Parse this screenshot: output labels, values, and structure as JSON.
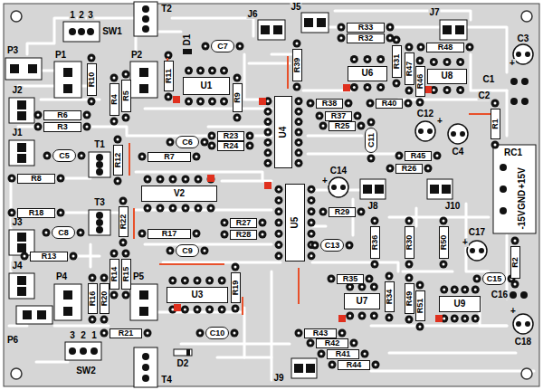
{
  "diagram": {
    "nodes": [
      {
        "text": [
          "R33"
        ]
      },
      {
        "text": [
          "R32"
        ]
      },
      {
        "text": [
          "R48"
        ]
      },
      {
        "text": [
          "U6"
        ]
      },
      {
        "text": [
          "R31"
        ]
      },
      {
        "text": [
          "R47"
        ]
      },
      {
        "text": [
          "R46"
        ]
      },
      {
        "text": [
          "U8"
        ]
      },
      {
        "text": [
          "R39"
        ]
      },
      {
        "text": [
          "R10"
        ]
      },
      {
        "text": [
          "R11"
        ]
      },
      {
        "text": [
          "U1"
        ]
      },
      {
        "text": [
          "R4"
        ]
      },
      {
        "text": [
          "R5"
        ]
      },
      {
        "text": [
          "R9"
        ]
      },
      {
        "text": [
          "C7"
        ]
      },
      {
        "text": [
          "R38"
        ]
      },
      {
        "text": [
          "R40"
        ]
      },
      {
        "text": [
          "R37"
        ]
      },
      {
        "text": [
          "R6"
        ]
      },
      {
        "text": [
          "R3"
        ]
      },
      {
        "text": [
          "U4"
        ]
      },
      {
        "text": [
          "R25"
        ]
      },
      {
        "text": [
          "C11"
        ]
      },
      {
        "text": [
          "C6"
        ]
      },
      {
        "text": [
          "R23"
        ]
      },
      {
        "text": [
          "R24"
        ]
      },
      {
        "text": [
          "R1"
        ]
      },
      {
        "text": [
          "R45"
        ]
      },
      {
        "text": [
          "C5"
        ]
      },
      {
        "text": [
          "R12"
        ]
      },
      {
        "text": [
          "R7"
        ]
      },
      {
        "text": [
          "R26"
        ]
      },
      {
        "text": [
          "R8"
        ]
      },
      {
        "text": [
          "V2"
        ]
      },
      {
        "text": [
          "R18"
        ]
      },
      {
        "text": [
          "R22"
        ]
      },
      {
        "text": [
          "R29"
        ]
      },
      {
        "text": [
          "U5"
        ]
      },
      {
        "text": [
          "R27"
        ]
      },
      {
        "text": [
          "R28"
        ]
      },
      {
        "text": [
          "C8"
        ]
      },
      {
        "text": [
          "R17"
        ]
      },
      {
        "text": [
          "C9"
        ]
      },
      {
        "text": [
          "C13"
        ]
      },
      {
        "text": [
          "R36"
        ]
      },
      {
        "text": [
          "R30"
        ]
      },
      {
        "text": [
          "R50"
        ]
      },
      {
        "text": [
          "R13"
        ]
      },
      {
        "text": [
          "R2"
        ]
      },
      {
        "text": [
          "C15"
        ]
      },
      {
        "text": [
          "R14"
        ]
      },
      {
        "text": [
          "R15"
        ]
      },
      {
        "text": [
          "R35"
        ]
      },
      {
        "text": [
          "R19"
        ]
      },
      {
        "text": [
          "U3"
        ]
      },
      {
        "text": [
          "R16"
        ]
      },
      {
        "text": [
          "R20"
        ]
      },
      {
        "text": [
          "R34"
        ]
      },
      {
        "text": [
          "R49"
        ]
      },
      {
        "text": [
          "R51"
        ]
      },
      {
        "text": [
          "U7"
        ]
      },
      {
        "text": [
          "U9"
        ]
      },
      {
        "text": [
          "R21"
        ]
      },
      {
        "text": [
          "C10"
        ]
      },
      {
        "text": [
          "R43"
        ]
      },
      {
        "text": [
          "R42"
        ]
      },
      {
        "text": [
          "R41"
        ]
      },
      {
        "text": [
          "R44"
        ]
      }
    ],
    "labels": [
      "1",
      "2",
      "3",
      "SW1",
      "T2",
      "D1",
      "J6",
      "J5",
      "J7",
      "C3",
      "+",
      "P3",
      "P1",
      "P2",
      "C1",
      "C2",
      "J2",
      "C12",
      "+",
      "J1",
      "T1",
      "C4",
      "RC1",
      "+15V",
      "GND",
      "-15V",
      "C14",
      "+",
      "J8",
      "J10",
      "T3",
      "J3",
      "C17",
      "+",
      "J4",
      "P4",
      "P5",
      "C16",
      "+",
      "C18",
      "P6",
      "3",
      "2",
      "1",
      "D2",
      "SW2",
      "J9",
      "T4"
    ]
  }
}
